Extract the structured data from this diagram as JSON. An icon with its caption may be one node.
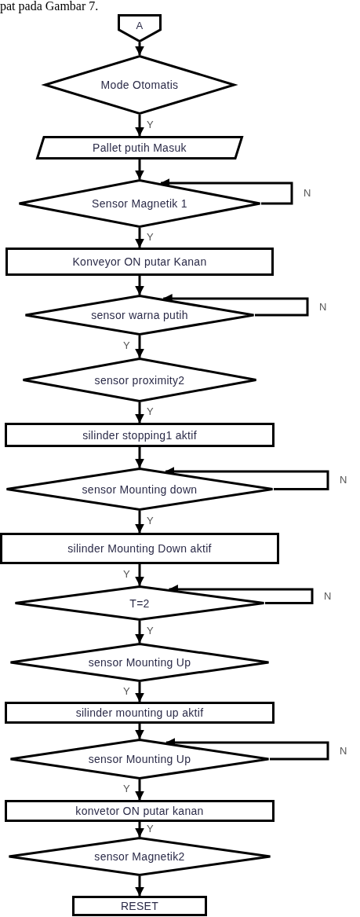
{
  "diagram": {
    "nodes": [
      {
        "text": [
          "A"
        ]
      },
      {
        "text": [
          "Mode Otomatis"
        ]
      },
      {
        "text": [
          "Pallet putih Masuk"
        ]
      },
      {
        "text": [
          "Sensor Magnetik 1"
        ]
      },
      {
        "text": [
          "Konveyor ON putar Kanan"
        ]
      },
      {
        "text": [
          "sensor warna putih"
        ]
      },
      {
        "text": [
          "sensor proximity2"
        ]
      },
      {
        "text": [
          "silinder stopping1 aktif"
        ]
      },
      {
        "text": [
          "sensor Mounting down"
        ]
      },
      {
        "text": [
          "silinder Mounting Down aktif"
        ]
      },
      {
        "text": [
          "T=2"
        ]
      },
      {
        "text": [
          "sensor Mounting Up"
        ]
      },
      {
        "text": [
          "silinder mounting up aktif"
        ]
      },
      {
        "text": [
          "sensor Mounting Up"
        ]
      },
      {
        "text": [
          "konvetor ON putar kanan"
        ]
      },
      {
        "text": [
          "sensor Magnetik2"
        ]
      },
      {
        "text": [
          "RESET"
        ]
      }
    ],
    "edges": [
      {
        "from": 0,
        "to": 1,
        "arrow": "to"
      },
      {
        "from": 1,
        "to": 2,
        "arrow": "to",
        "label": "Y"
      },
      {
        "from": 2,
        "to": 3,
        "arrow": "to"
      },
      {
        "from": 3,
        "to": 3,
        "arrow": "to",
        "label": "N"
      },
      {
        "from": 3,
        "to": 4,
        "arrow": "to",
        "label": "Y"
      },
      {
        "from": 4,
        "to": 5,
        "arrow": "to"
      },
      {
        "from": 5,
        "to": 5,
        "arrow": "to",
        "label": "N"
      },
      {
        "from": 5,
        "to": 6,
        "arrow": "to",
        "label": "Y"
      },
      {
        "from": 6,
        "to": 7,
        "arrow": "to",
        "label": "Y"
      },
      {
        "from": 7,
        "to": 8,
        "arrow": "to"
      },
      {
        "from": 8,
        "to": 8,
        "arrow": "to",
        "label": "N"
      },
      {
        "from": 8,
        "to": 9,
        "arrow": "to",
        "label": "Y"
      },
      {
        "from": 9,
        "to": 10,
        "arrow": "to",
        "label": "Y"
      },
      {
        "from": 10,
        "to": 10,
        "arrow": "to",
        "label": "N"
      },
      {
        "from": 10,
        "to": 11,
        "arrow": "to",
        "label": "Y"
      },
      {
        "from": 11,
        "to": 12,
        "arrow": "to",
        "label": "Y"
      },
      {
        "from": 12,
        "to": 13,
        "arrow": "to"
      },
      {
        "from": 13,
        "to": 13,
        "arrow": "to",
        "label": "N"
      },
      {
        "from": 13,
        "to": 14,
        "arrow": "to",
        "label": "Y"
      },
      {
        "from": 14,
        "to": 15,
        "arrow": "to",
        "label": "Y"
      },
      {
        "from": 15,
        "to": 16,
        "arrow": "to"
      }
    ],
    "labels": [
      "pat pada Gambar 7."
    ]
  }
}
